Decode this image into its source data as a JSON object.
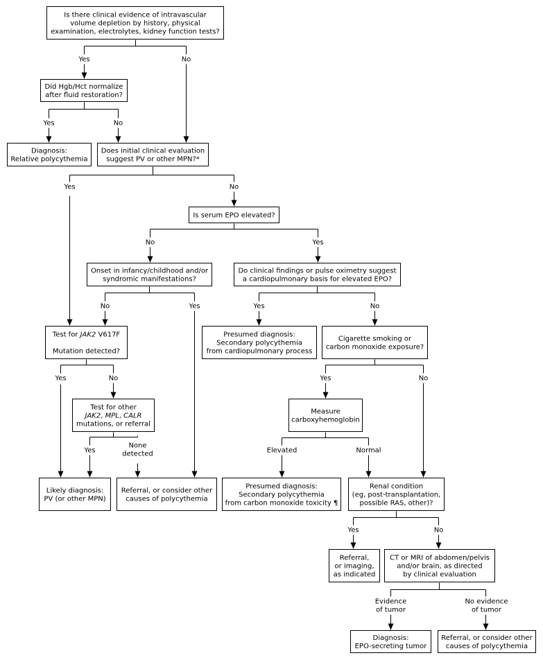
{
  "nodes": {
    "volume_depletion": {
      "lines": [
        "Is there clinical evidence of intravascular",
        "volume depletion by history, physical",
        "examination, electrolytes, kidney function tests?"
      ]
    },
    "hgb_normalize": {
      "lines": [
        "Did Hgb/Hct normalize",
        "after fluid restoration?"
      ]
    },
    "dx_relative": {
      "lines": [
        "Diagnosis:",
        "Relative polycythemia"
      ]
    },
    "initial_eval": {
      "lines": [
        "Does initial clinical evaluation",
        "suggest PV or other MPN?*"
      ]
    },
    "epo_elevated": {
      "lines": [
        "Is serum EPO elevated?"
      ]
    },
    "onset_infancy": {
      "lines": [
        "Onset in infancy/childhood and/or",
        "syndromic manifestations?"
      ]
    },
    "cardiopulm": {
      "lines": [
        "Do clinical findings or pulse oximetry suggest",
        "a cardiopulmonary basis for elevated EPO?"
      ]
    },
    "jak2": {
      "lines": [
        "Test for JAK2 V617F",
        "",
        "Mutation detected?"
      ]
    },
    "dx_cardiopulm": {
      "lines": [
        "Presumed diagnosis:",
        "Secondary polycythemia",
        "from cardiopulmonary process"
      ]
    },
    "smoking": {
      "lines": [
        "Cigarette smoking or",
        "carbon monoxide exposure?"
      ]
    },
    "other_mut": {
      "lines": [
        "Test for other",
        "JAK2, MPL, CALR",
        "mutations, or referral"
      ]
    },
    "carboxy": {
      "lines": [
        "Measure",
        "carboxyhemoglobin"
      ]
    },
    "likely_pv": {
      "lines": [
        "Likely diagnosis:",
        "PV (or other MPN)"
      ]
    },
    "referral_1": {
      "lines": [
        "Referral, or consider other",
        "causes of polycythemia"
      ]
    },
    "dx_co": {
      "lines": [
        "Presumed diagnosis:",
        "Secondary polycythemia",
        "from carbon monoxide toxicity ¶"
      ]
    },
    "renal": {
      "lines": [
        "Renal condition",
        "(eg, post-transplantation,",
        "possible RAS, other)?"
      ]
    },
    "referral_imaging": {
      "lines": [
        "Referral,",
        "or imaging,",
        "as indicated"
      ]
    },
    "ct_mri": {
      "lines": [
        "CT or MRI of abdomen/pelvis",
        "and/or brain, as directed",
        "by clinical evaluation"
      ]
    },
    "dx_epo_tumor": {
      "lines": [
        "Diagnosis:",
        "EPO-secreting tumor"
      ]
    },
    "referral_2": {
      "lines": [
        "Referral, or consider other",
        "causes of polycythemia"
      ]
    }
  },
  "edge_labels": {
    "l1": "Yes",
    "l2": "No",
    "l3": "Yes",
    "l4": "No",
    "l5": "Yes",
    "l6": "No",
    "l7": "No",
    "l8": "Yes",
    "l9": "No",
    "l10": "Yes",
    "l11": "Yes",
    "l12": "No",
    "l13": "Yes",
    "l14": "No",
    "l15": "Yes",
    "l16": "No",
    "l17": "Yes",
    "l18": "None detected",
    "l19": "Elevated",
    "l20": "Normal",
    "l21": "Yes",
    "l22": "No",
    "l23": "Evidence of tumor",
    "l24": "No evidence of tumor"
  }
}
